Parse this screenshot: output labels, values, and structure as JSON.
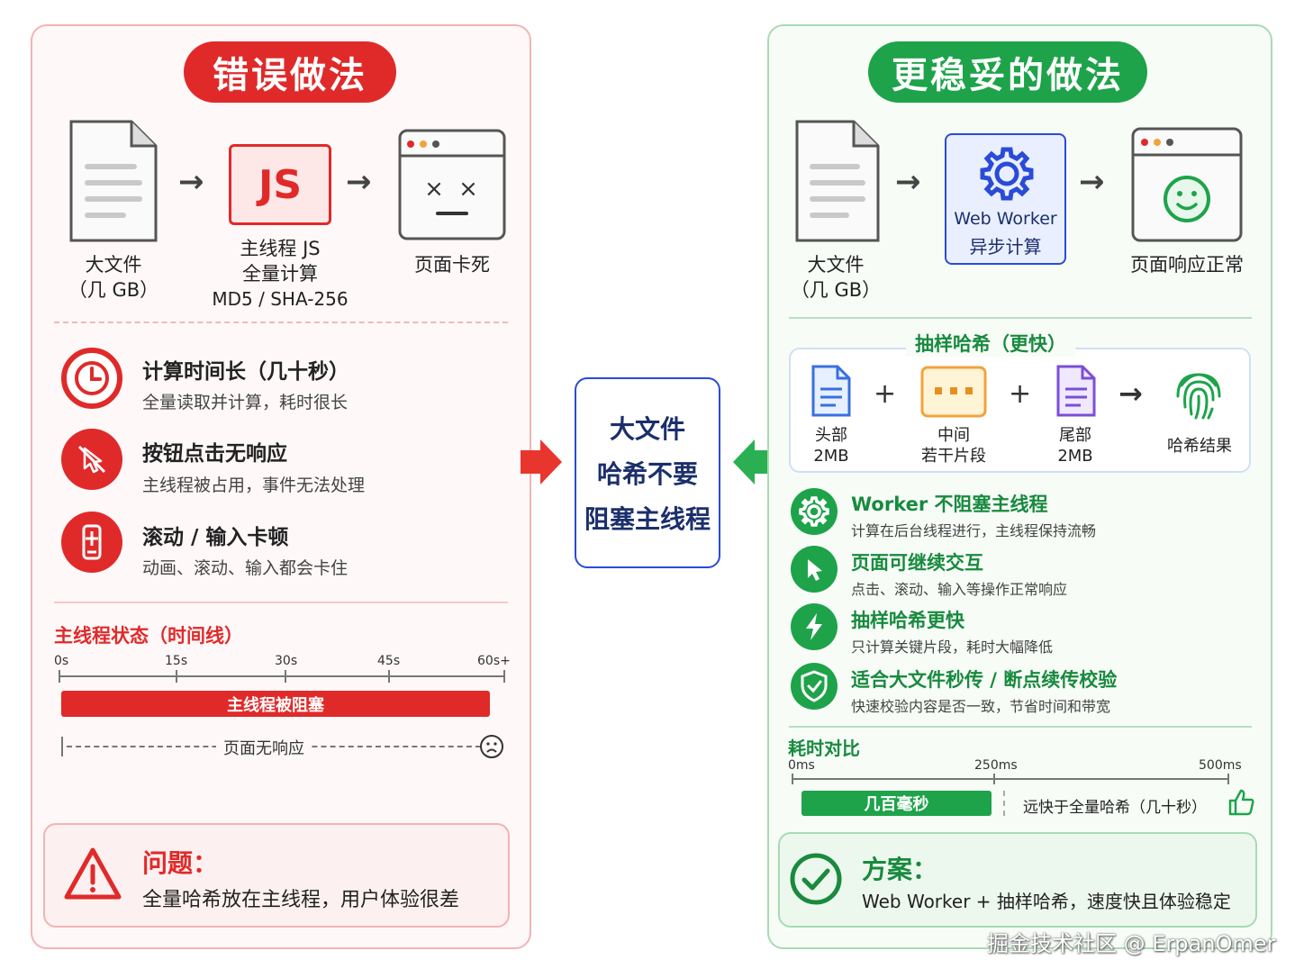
{
  "colors": {
    "red": "#e02a2a",
    "green": "#1ea34a",
    "blue": "#2a4bd8",
    "navy": "#1b2f6b"
  },
  "left": {
    "title": "错误做法",
    "flow": [
      {
        "label_line1": "大文件",
        "label_line2": "（几 GB）",
        "icon": "document-icon"
      },
      {
        "badge": "JS",
        "label_line1": "主线程 JS",
        "label_line2": "全量计算",
        "label_line3": "MD5 / SHA-256"
      },
      {
        "label_line1": "页面卡死",
        "icon": "frozen-browser-icon"
      }
    ],
    "issues": [
      {
        "icon": "clock-icon",
        "title": "计算时间长（几十秒）",
        "desc": "全量读取并计算，耗时很长"
      },
      {
        "icon": "cursor-click-icon",
        "title": "按钮点击无响应",
        "desc": "主线程被占用，事件无法处理"
      },
      {
        "icon": "scroll-input-icon",
        "title": "滚动 / 输入卡顿",
        "desc": "动画、滚动、输入都会卡住"
      }
    ],
    "timeline": {
      "title": "主线程状态（时间线）",
      "ticks": [
        "0s",
        "15s",
        "30s",
        "45s",
        "60s+"
      ],
      "bar_label": "主线程被阻塞",
      "dashed_label": "页面无响应"
    },
    "problem": {
      "title": "问题：",
      "text": "全量哈希放在主线程，用户体验很差"
    }
  },
  "center": {
    "line1": "大文件",
    "line2": "哈希不要",
    "line3": "阻塞主线程"
  },
  "right": {
    "title": "更稳妥的做法",
    "flow": [
      {
        "label_line1": "大文件",
        "label_line2": "（几 GB）"
      },
      {
        "label_line1": "Web Worker",
        "label_line2": "异步计算",
        "icon": "gear-icon"
      },
      {
        "label_line1": "页面响应正常",
        "icon": "happy-browser-icon"
      }
    ],
    "sampling": {
      "title": "抽样哈希（更快）",
      "items": [
        {
          "label_line1": "头部",
          "label_line2": "2MB"
        },
        {
          "label_line1": "中间",
          "label_line2": "若干片段"
        },
        {
          "label_line1": "尾部",
          "label_line2": "2MB"
        },
        {
          "label_line1": "哈希结果"
        }
      ],
      "plus": "+",
      "arrow": "→"
    },
    "benefits": [
      {
        "icon": "gear-icon",
        "title": "Worker 不阻塞主线程",
        "desc": "计算在后台线程进行，主线程保持流畅"
      },
      {
        "icon": "pointer-icon",
        "title": "页面可继续交互",
        "desc": "点击、滚动、输入等操作正常响应"
      },
      {
        "icon": "lightning-icon",
        "title": "抽样哈希更快",
        "desc": "只计算关键片段，耗时大幅降低"
      },
      {
        "icon": "shield-check-icon",
        "title": "适合大文件秒传 / 断点续传校验",
        "desc": "快速校验内容是否一致，节省时间和带宽"
      }
    ],
    "timing": {
      "title": "耗时对比",
      "ticks": [
        "0ms",
        "250ms",
        "500ms"
      ],
      "bar_label": "几百毫秒",
      "note": "远快于全量哈希（几十秒）"
    },
    "solution": {
      "title": "方案：",
      "text": "Web Worker + 抽样哈希，速度快且体验稳定"
    }
  },
  "watermark": "掘金技术社区 @ ErpanOmer"
}
